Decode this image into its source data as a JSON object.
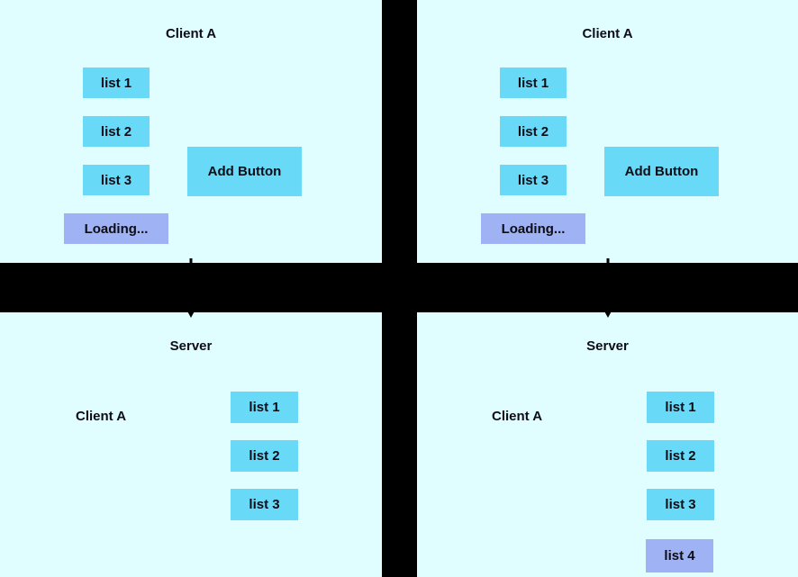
{
  "colors": {
    "background": "#000000",
    "panel_bg": "#E0FDFF",
    "box_cyan": "#69D9F8",
    "box_periwinkle": "#9FB2F3",
    "text": "#0D0D16"
  },
  "top_left": {
    "title": "Client A",
    "items": [
      "list 1",
      "list 2",
      "list 3"
    ],
    "loading_label": "Loading...",
    "add_button_label": "Add Button"
  },
  "top_right": {
    "title": "Client A",
    "items": [
      "list 1",
      "list 2",
      "list 3"
    ],
    "loading_label": "Loading...",
    "add_button_label": "Add Button"
  },
  "bottom_left": {
    "title": "Server",
    "client_label": "Client A",
    "items": [
      "list 1",
      "list 2",
      "list 3"
    ]
  },
  "bottom_right": {
    "title": "Server",
    "client_label": "Client A",
    "items": [
      "list 1",
      "list 2",
      "list 3",
      "list 4"
    ]
  }
}
